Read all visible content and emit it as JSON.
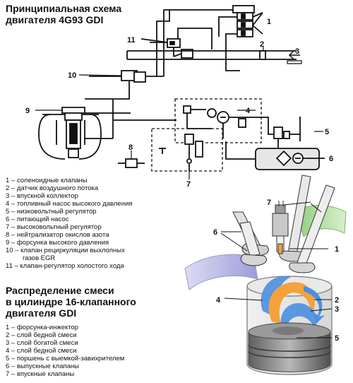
{
  "schema": {
    "title_line1": "Принципиальная схема",
    "title_line2": "двигателя 4G93 GDI",
    "callouts": [
      "1",
      "2",
      "3",
      "4",
      "5",
      "6",
      "7",
      "8",
      "9",
      "10",
      "11"
    ],
    "legend": [
      "1 – соленоидные клапаны",
      "2 – датчик воздушного потока",
      "3 – впускной коллектор",
      "4 – топливный насос высокого давления",
      "5 – низковольтный регулятор",
      "6 – питающий насос",
      "7 – высоковольтный регулятор",
      "8 – нейтрализатор окислов азота",
      "9 – форсунка высокого давления",
      "10 – клапан рециркуляции выхлопных",
      "газов EGR",
      "11 – клапан-регулятор холостого хода"
    ]
  },
  "distribution": {
    "title_line1": "Распределение смеси",
    "title_line2": "в цилиндре 16-клапанного",
    "title_line3": "двигателя GDI",
    "callouts": [
      "1",
      "2",
      "3",
      "4",
      "5",
      "6",
      "7"
    ],
    "legend": [
      "1 – форсунка-инжектор",
      "2 – слой бедной смеси",
      "3 – слой богатой смеси",
      "4 – слой бедной смеси",
      "5 – поршень с выемкой-завихрителем",
      "6 – выпускные клапаны",
      "7 – впускные клапаны"
    ]
  },
  "colors": {
    "line": "#111111",
    "intake_purple": "#b8b8e6",
    "exhaust_green": "#b5e0a8",
    "rich_orange": "#f5a23c",
    "swirl_blue": "#4a8fe0",
    "piston_gray": "#8a8a8a"
  }
}
